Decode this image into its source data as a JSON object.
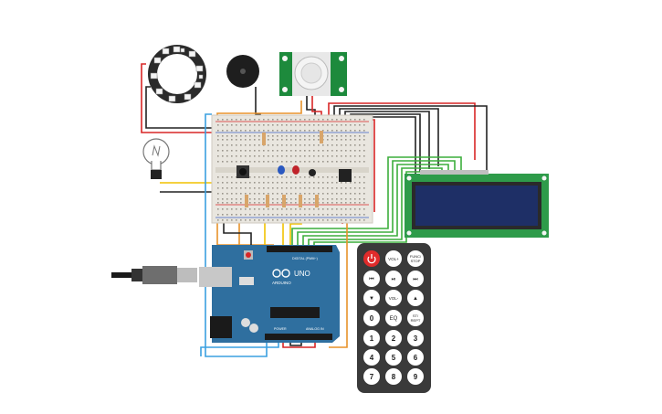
{
  "colors": {
    "breadboard": "#e9e6df",
    "breadboard_hole": "#9a958c",
    "arduino": "#2f6f9f",
    "lcd_board": "#2e9b4a",
    "lcd_screen": "#1e2f66",
    "pir_board": "#1d8a3c",
    "remote_body": "#3a3a3a",
    "remote_button": "#ffffff",
    "power_button": "#e02b2b",
    "wire_red": "#d92626",
    "wire_black": "#222222",
    "wire_yellow": "#f2c200",
    "wire_green": "#3cae3c",
    "wire_orange": "#e8922a",
    "wire_blue": "#3aa0e0"
  },
  "arduino": {
    "brand": "ARDUINO",
    "model": "UNO",
    "label_digital": "DIGITAL (PWM~)",
    "label_power": "POWER",
    "label_analog": "ANALOG IN"
  },
  "remote": {
    "buttons_row1": [
      "",
      "VOL+",
      "FUNC/ STOP"
    ],
    "buttons_row2": [
      "⏮",
      "⏯",
      "⏭"
    ],
    "buttons_row3": [
      "▼",
      "VOL-",
      "▲"
    ],
    "buttons_row4": [
      "0",
      "EQ",
      "ST/ REPT"
    ],
    "buttons_row5": [
      "1",
      "2",
      "3"
    ],
    "buttons_row6": [
      "4",
      "5",
      "6"
    ],
    "buttons_row7": [
      "7",
      "8",
      "9"
    ]
  }
}
